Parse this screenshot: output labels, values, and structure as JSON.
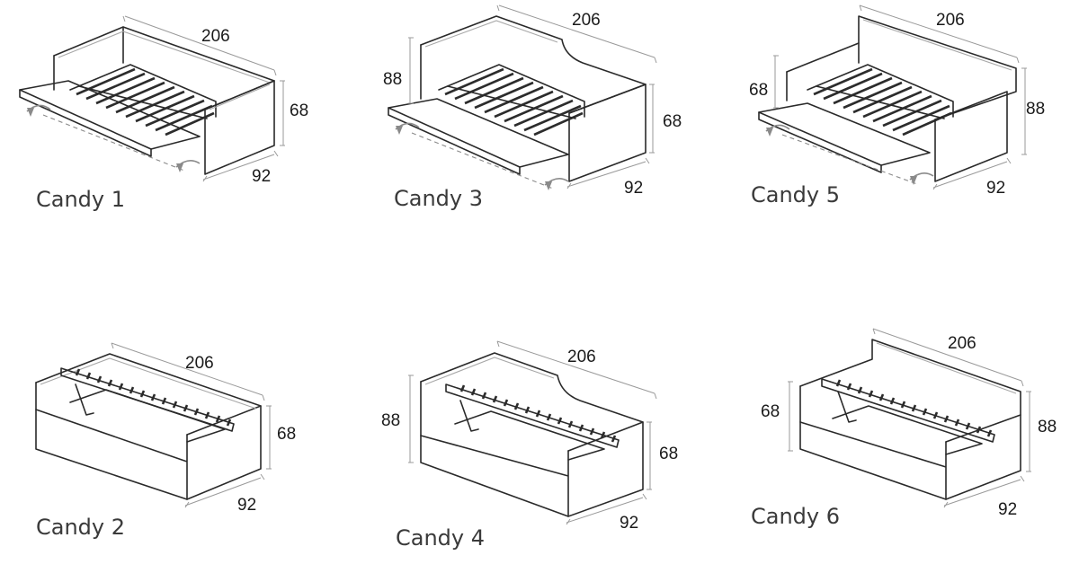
{
  "models": [
    {
      "name": "Candy 1",
      "width": "206",
      "depth": "92",
      "height_right": "68",
      "height_left": ""
    },
    {
      "name": "Candy 3",
      "width": "206",
      "depth": "92",
      "height_right": "68",
      "height_left": "88"
    },
    {
      "name": "Candy 5",
      "width": "206",
      "depth": "92",
      "height_right": "88",
      "height_left": "68"
    },
    {
      "name": "Candy 2",
      "width": "206",
      "depth": "92",
      "height_right": "68",
      "height_left": ""
    },
    {
      "name": "Candy 4",
      "width": "206",
      "depth": "92",
      "height_right": "68",
      "height_left": "88"
    },
    {
      "name": "Candy 6",
      "width": "206",
      "depth": "92",
      "height_right": "88",
      "height_left": "68"
    }
  ],
  "icons": {
    "rotate_arrow": "rotate-arrow-icon",
    "gas_piston": "gas-piston-icon"
  }
}
